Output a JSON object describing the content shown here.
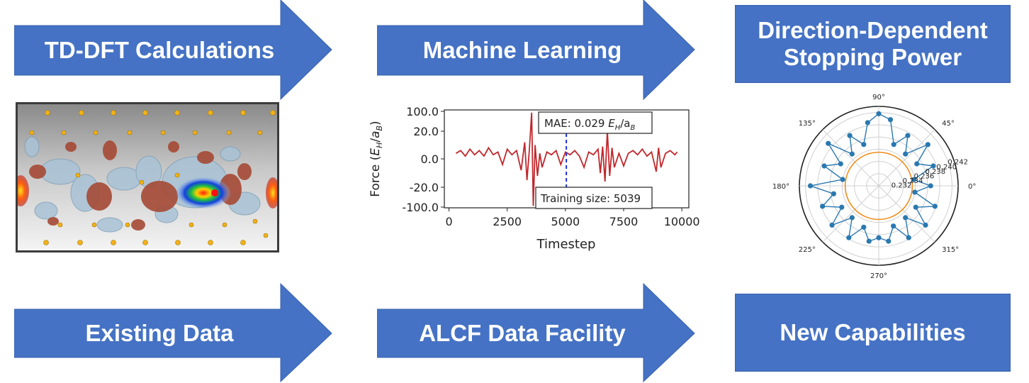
{
  "arrows": {
    "td_dft": "TD-DFT Calculations",
    "machine_learning": "Machine Learning",
    "existing_data": "Existing Data",
    "alcf": "ALCF Data Facility"
  },
  "boxes": {
    "direction_line1": "Direction-Dependent",
    "direction_line2": "Stopping Power",
    "new_capabilities": "New Capabilities"
  },
  "colors": {
    "banner_blue": "#4572c4",
    "force_line": "#c0282c",
    "marker_line": "#1f2fd0",
    "polar_series": "#2a78b0",
    "polar_circle": "#f08c1a"
  },
  "force_chart": {
    "type": "line",
    "ylabel": "Force (E_H/a_B)",
    "xlabel": "Timestep",
    "y_ticks": [
      "100.0",
      "20.0",
      "0.0",
      "-20.0",
      "-100.0"
    ],
    "y_tick_values": [
      100,
      20,
      0,
      -20,
      -100
    ],
    "x_ticks": [
      "0",
      "2500",
      "5000",
      "7500",
      "10000"
    ],
    "x_tick_values": [
      0,
      2500,
      5000,
      7500,
      10000
    ],
    "xlim": [
      -200,
      10300
    ],
    "y_scale": "symlog",
    "mae_prefix": "MAE: 0.029 ",
    "mae_unit": "E",
    "mae_unit_sub": "H",
    "mae_slash": "/a",
    "mae_slash_sub": "B",
    "training_label": "Training size: 5039",
    "training_size": 5039,
    "series": [
      {
        "x": 300,
        "y": 4
      },
      {
        "x": 500,
        "y": 6
      },
      {
        "x": 700,
        "y": 2
      },
      {
        "x": 900,
        "y": 7
      },
      {
        "x": 1100,
        "y": 3
      },
      {
        "x": 1300,
        "y": 6
      },
      {
        "x": 1500,
        "y": 2
      },
      {
        "x": 1700,
        "y": 8
      },
      {
        "x": 1900,
        "y": 3
      },
      {
        "x": 2100,
        "y": 5
      },
      {
        "x": 2300,
        "y": -4
      },
      {
        "x": 2500,
        "y": 7
      },
      {
        "x": 2700,
        "y": 3
      },
      {
        "x": 2900,
        "y": 6
      },
      {
        "x": 3100,
        "y": -8
      },
      {
        "x": 3250,
        "y": 12
      },
      {
        "x": 3350,
        "y": -15
      },
      {
        "x": 3450,
        "y": 6
      },
      {
        "x": 3550,
        "y": 95
      },
      {
        "x": 3620,
        "y": -95
      },
      {
        "x": 3700,
        "y": 10
      },
      {
        "x": 3800,
        "y": -12
      },
      {
        "x": 3900,
        "y": 4
      },
      {
        "x": 4000,
        "y": -6
      },
      {
        "x": 4200,
        "y": 5
      },
      {
        "x": 4400,
        "y": 3
      },
      {
        "x": 4600,
        "y": 6
      },
      {
        "x": 4800,
        "y": -4
      },
      {
        "x": 5000,
        "y": 5
      },
      {
        "x": 5200,
        "y": 3
      },
      {
        "x": 5400,
        "y": 6
      },
      {
        "x": 5600,
        "y": 2
      },
      {
        "x": 5800,
        "y": -6
      },
      {
        "x": 6000,
        "y": 5
      },
      {
        "x": 6200,
        "y": 3
      },
      {
        "x": 6400,
        "y": 7
      },
      {
        "x": 6500,
        "y": -10
      },
      {
        "x": 6600,
        "y": 9
      },
      {
        "x": 6700,
        "y": -16
      },
      {
        "x": 6800,
        "y": 22
      },
      {
        "x": 6900,
        "y": -12
      },
      {
        "x": 7000,
        "y": 8
      },
      {
        "x": 7100,
        "y": -6
      },
      {
        "x": 7300,
        "y": 4
      },
      {
        "x": 7500,
        "y": -5
      },
      {
        "x": 7700,
        "y": 4
      },
      {
        "x": 7900,
        "y": 6
      },
      {
        "x": 8100,
        "y": 3
      },
      {
        "x": 8300,
        "y": 7
      },
      {
        "x": 8500,
        "y": 2
      },
      {
        "x": 8700,
        "y": 5
      },
      {
        "x": 8900,
        "y": -9
      },
      {
        "x": 9000,
        "y": 8
      },
      {
        "x": 9100,
        "y": -6
      },
      {
        "x": 9300,
        "y": 4
      },
      {
        "x": 9500,
        "y": 6
      },
      {
        "x": 9700,
        "y": 3
      },
      {
        "x": 9800,
        "y": 5
      }
    ]
  },
  "polar_chart": {
    "type": "scatter",
    "projection": "polar",
    "angle_ticks": [
      "90°",
      "45°",
      "0°",
      "315°",
      "270°",
      "225°",
      "180°",
      "135°"
    ],
    "angle_tick_values": [
      90,
      45,
      0,
      315,
      270,
      225,
      180,
      135
    ],
    "radial_ticks": [
      "0.232",
      "0.234",
      "0.236",
      "0.238",
      "0.240",
      "0.242"
    ],
    "radial_tick_values": [
      0.232,
      0.234,
      0.236,
      0.238,
      0.24,
      0.242
    ],
    "rlim": [
      0.23,
      0.243
    ],
    "reference_radius": 0.2355,
    "series": [
      {
        "theta": 0,
        "r": 0.2385
      },
      {
        "theta": 10,
        "r": 0.2358
      },
      {
        "theta": 20,
        "r": 0.2395
      },
      {
        "theta": 30,
        "r": 0.2372
      },
      {
        "theta": 40,
        "r": 0.2405
      },
      {
        "theta": 50,
        "r": 0.2368
      },
      {
        "theta": 60,
        "r": 0.2395
      },
      {
        "theta": 70,
        "r": 0.2372
      },
      {
        "theta": 80,
        "r": 0.241
      },
      {
        "theta": 90,
        "r": 0.2418
      },
      {
        "theta": 100,
        "r": 0.2405
      },
      {
        "theta": 110,
        "r": 0.2372
      },
      {
        "theta": 120,
        "r": 0.2395
      },
      {
        "theta": 130,
        "r": 0.2368
      },
      {
        "theta": 140,
        "r": 0.2408
      },
      {
        "theta": 150,
        "r": 0.2372
      },
      {
        "theta": 160,
        "r": 0.2395
      },
      {
        "theta": 170,
        "r": 0.236
      },
      {
        "theta": 180,
        "r": 0.2412
      },
      {
        "theta": 190,
        "r": 0.2375
      },
      {
        "theta": 200,
        "r": 0.2398
      },
      {
        "theta": 210,
        "r": 0.237
      },
      {
        "theta": 220,
        "r": 0.24
      },
      {
        "theta": 230,
        "r": 0.2368
      },
      {
        "theta": 240,
        "r": 0.2398
      },
      {
        "theta": 250,
        "r": 0.2372
      },
      {
        "theta": 260,
        "r": 0.2392
      },
      {
        "theta": 270,
        "r": 0.2385
      },
      {
        "theta": 280,
        "r": 0.2392
      },
      {
        "theta": 290,
        "r": 0.237
      },
      {
        "theta": 300,
        "r": 0.2398
      },
      {
        "theta": 310,
        "r": 0.2368
      },
      {
        "theta": 320,
        "r": 0.24
      },
      {
        "theta": 330,
        "r": 0.237
      },
      {
        "theta": 340,
        "r": 0.2398
      },
      {
        "theta": 350,
        "r": 0.236
      }
    ]
  }
}
